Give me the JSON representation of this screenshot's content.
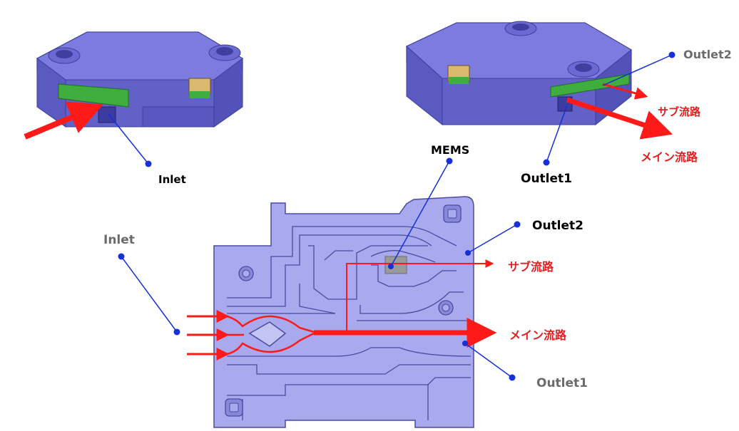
{
  "colors": {
    "body": "#6f6fd8",
    "body_dark": "#4b4bb0",
    "body_top": "#8a8ae6",
    "plate": "#a9a9ee",
    "plate_line": "#5a5aa8",
    "pcb_green": "#3fae3f",
    "flow_red": "#ff1a1a",
    "leader_blue": "#1530d8",
    "label_red": "#e02020",
    "mems_gray": "#9a9a9a"
  },
  "labels": {
    "inlet_top": "Inlet",
    "outlet2_top": "Outlet2",
    "outlet1_top": "Outlet1",
    "sub_flow_top": "サブ流路",
    "main_flow_top": "メイン流路",
    "mems": "MEMS",
    "inlet_plan": "Inlet",
    "outlet2_plan": "Outlet2",
    "sub_flow_plan": "サブ流路",
    "main_flow_plan": "メイン流路",
    "outlet1_plan": "Outlet1"
  }
}
